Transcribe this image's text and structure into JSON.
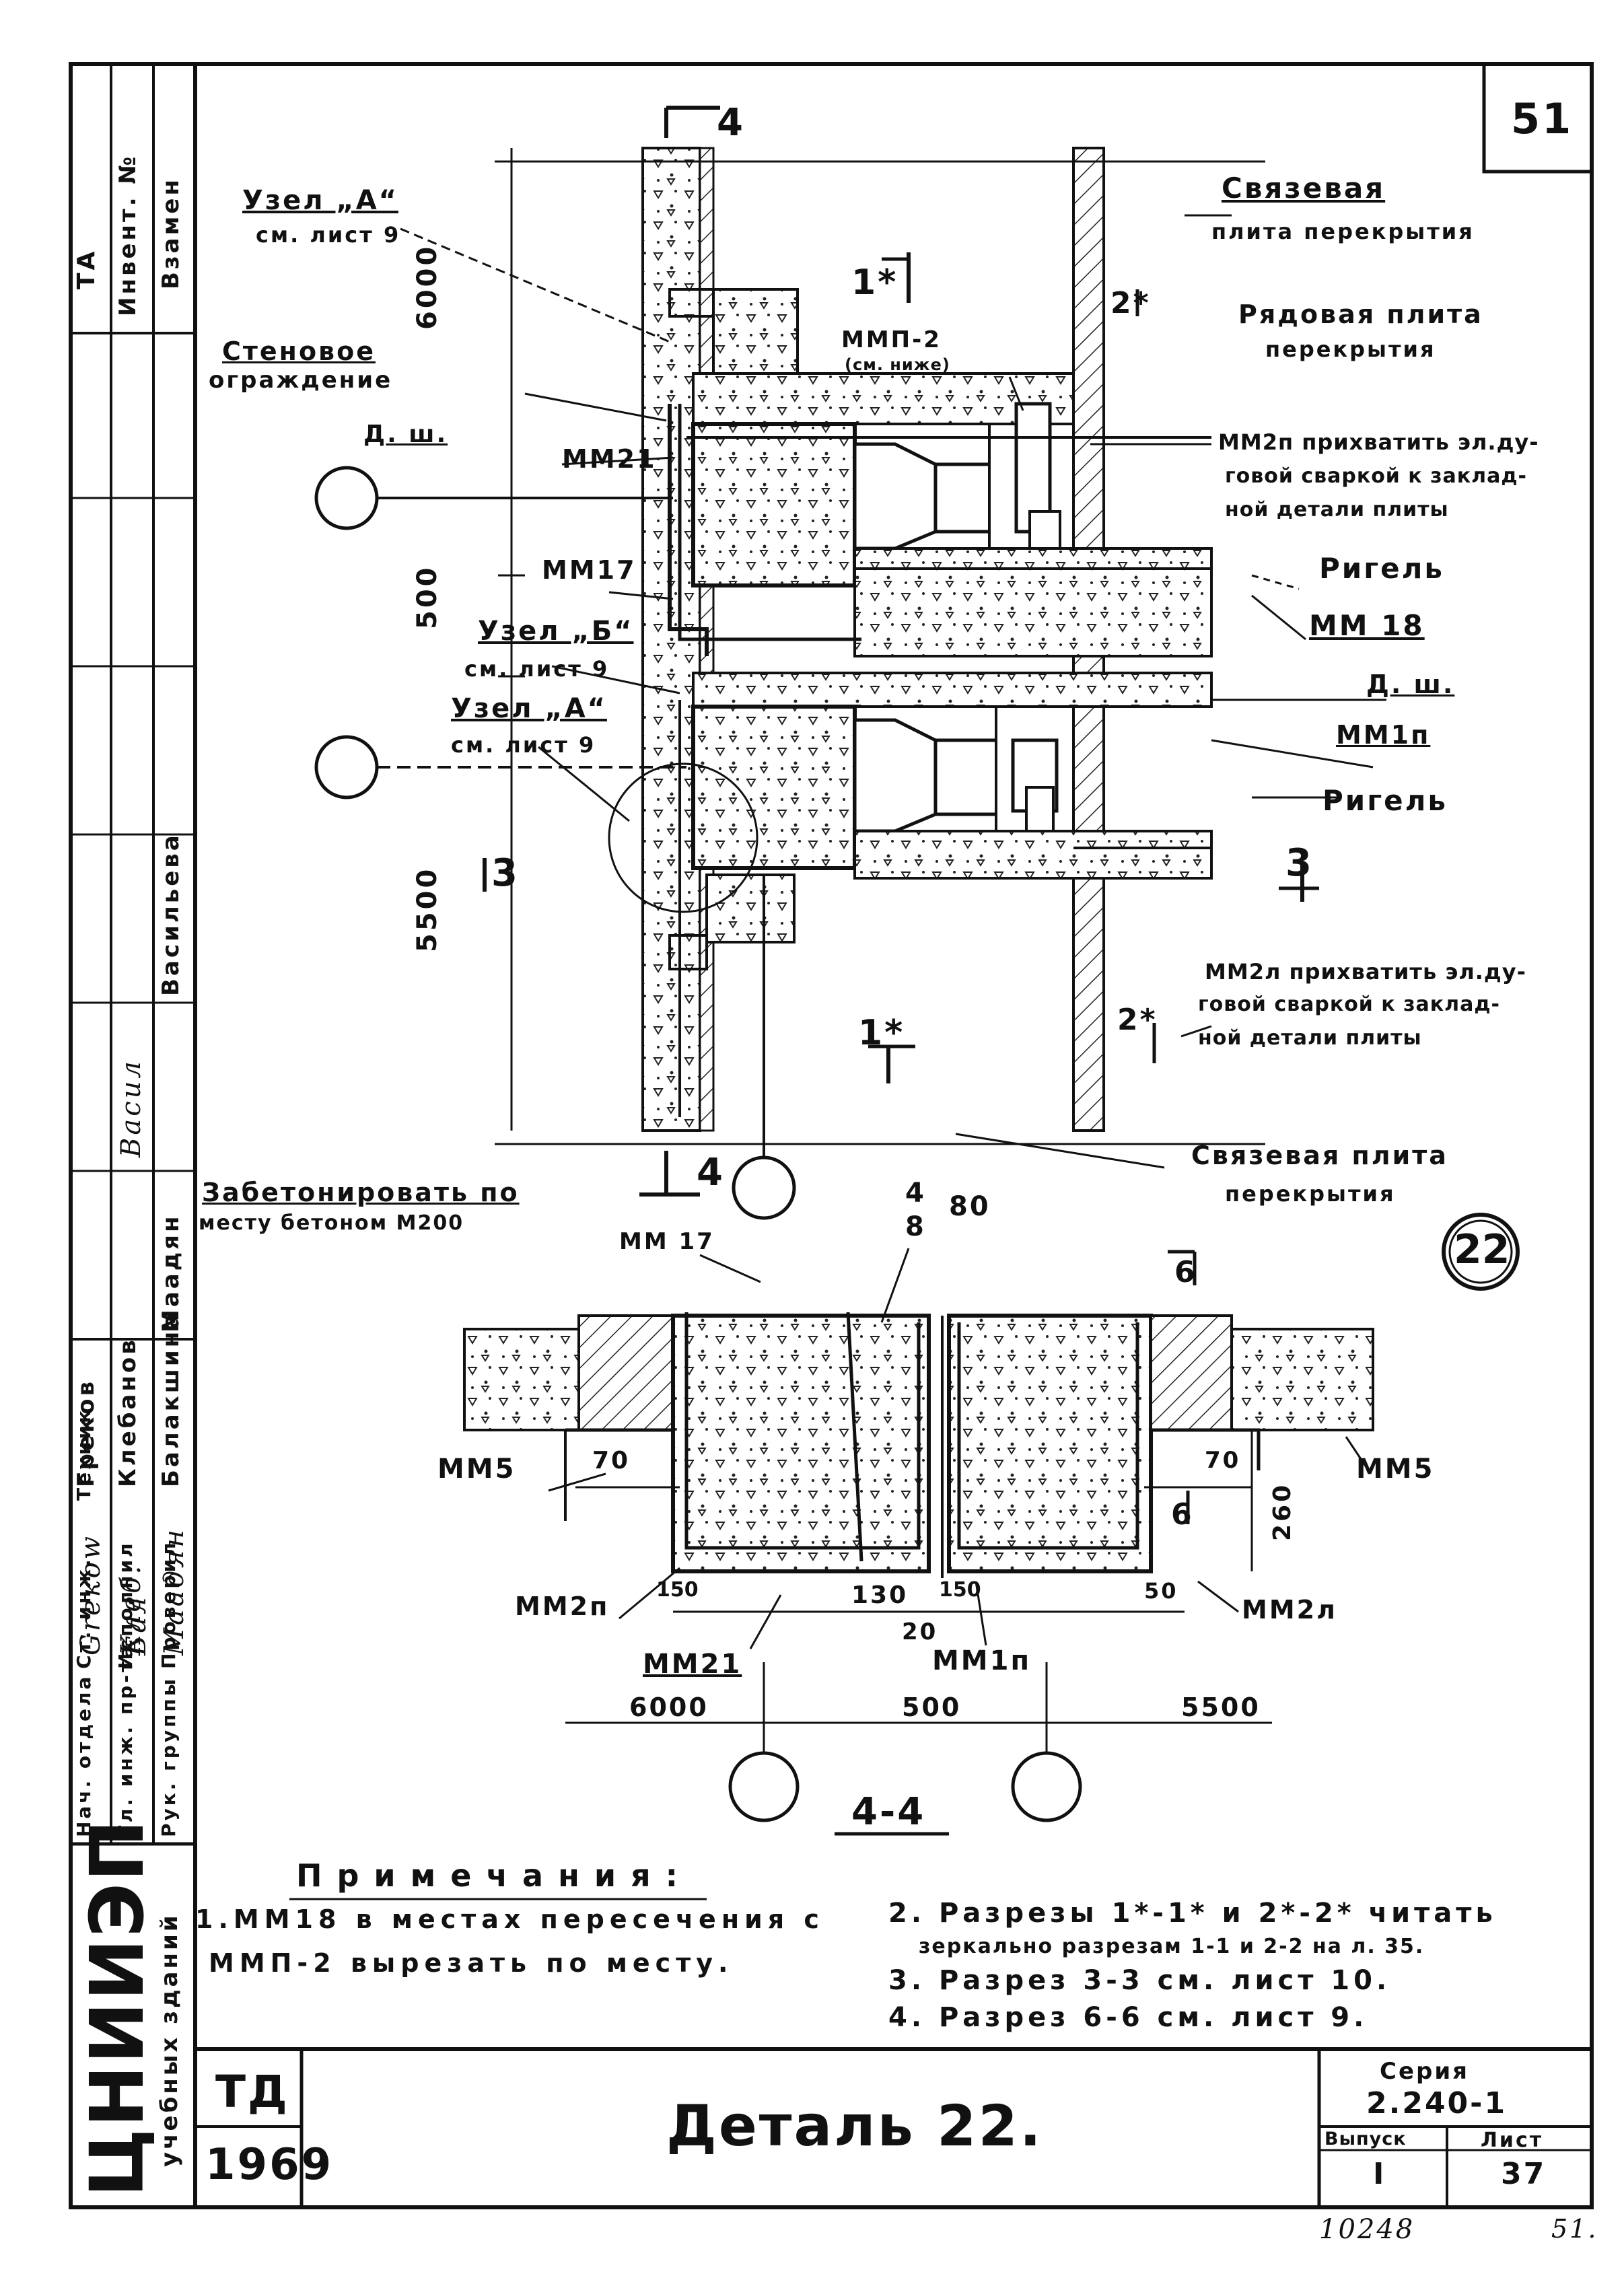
{
  "sheet": {
    "page_number": "51",
    "detail_number": "22",
    "title": "Деталь 22.",
    "org": "ЦНИИЭП",
    "org_sub": "учебных зданий",
    "td_label": "ТД",
    "year": "1969",
    "series_label": "Серия",
    "series_value": "2.240-1",
    "issue_label": "Выпуск",
    "issue_value": "I",
    "sheet_label": "Лист",
    "sheet_value": "37",
    "bottom_number": "10248",
    "bottom_page": "51."
  },
  "side_stamp": {
    "col_headers": [
      "Инвент. №",
      "Взамен"
    ],
    "top_mark": "ТА",
    "roles": [
      "Нач. отдела",
      "Гл. инж. пр-та",
      "Рук. группы",
      "Ст. инж.",
      "Исполнил",
      "Проверил",
      "Техник"
    ],
    "names": [
      "Греков",
      "Клебанов",
      "Балакшина",
      "Маадян",
      "Васильева"
    ],
    "signatures": [
      "Greкоw",
      "Клеб.",
      "Бал",
      "Маадян",
      "Васил"
    ]
  },
  "labels": {
    "uzel_a_1": "Узел „А“",
    "sm_list9_1": "см. лист 9",
    "stenovoe": "Стеновое",
    "ograzhdenie": "ограждение",
    "axis_d": "Д. ш.",
    "mm21": "ММ21",
    "mm17": "ММ17",
    "uzel_b": "Узел „Б“",
    "sm_list9_2": "см. лист 9",
    "uzel_a_2": "Узел „А“",
    "sm_list9_3": "см. лист 9",
    "svyazevaya": "Связевая",
    "plita_perekrytiya": "плита перекрытия",
    "ryadovaya": "Рядовая плита",
    "perekrytiya": "перекрытия",
    "mm2p_note_1": "ММ2п прихватить эл.ду-",
    "mm2p_note_2": "говой сваркой к заклад-",
    "mm2p_note_3": "ной детали плиты",
    "rigel_1": "Ригель",
    "mm18": "ММ 18",
    "axis_d2": "Д. ш.",
    "mm1p": "ММ1п",
    "rigel_2": "Ригель",
    "mm2l_note_1": "ММ2л прихватить эл.ду-",
    "mm2l_note_2": "говой сваркой к заклад-",
    "mm2l_note_3": "ной детали плиты",
    "svyazevaya_2": "Связевая плита",
    "perekrytiya_2": "перекрытия",
    "mmp2": "ММП-2",
    "mmp2_ref": "(см. ниже)",
    "zabetonirovat_1": "Забетонировать по",
    "zabetonirovat_2": "месту бетоном М200",
    "dim_6000": "6000",
    "dim_500": "500",
    "dim_5500": "5500",
    "cut_1": "1*",
    "cut_2": "2*",
    "cut_3": "3",
    "cut_4": "4",
    "cut_4b": "4",
    "cut_6": "6"
  },
  "section": {
    "title": "4-4",
    "scale_num": "4",
    "scale_den": "8",
    "scale_dim": "80",
    "mm17": "ММ 17",
    "mm5_left": "ММ5",
    "mm5_right": "ММ5",
    "mm2p": "ММ2п",
    "mm2l": "ММ2л",
    "mm21": "ММ21",
    "mm1p": "ММ1п",
    "d70_l": "70",
    "d70_r": "70",
    "d260": "260",
    "d150_l": "150",
    "d130": "130",
    "d150_r": "150",
    "d50": "50",
    "d20": "20",
    "d6": "6",
    "span_6000": "6000",
    "span_500": "500",
    "span_5500": "5500"
  },
  "notes": {
    "heading": "Примечания:",
    "n1_line1": "1.ММ18 в местах пересечения с",
    "n1_line2": "ММП-2 вырезать по месту.",
    "n2_line1": "2. Разрезы 1*-1* и 2*-2* читать",
    "n2_line2": "зеркально разрезам 1-1 и 2-2 на л. 35.",
    "n3": "3. Разрез 3-3 см. лист 10.",
    "n4": "4. Разрез 6-6 см. лист 9."
  }
}
